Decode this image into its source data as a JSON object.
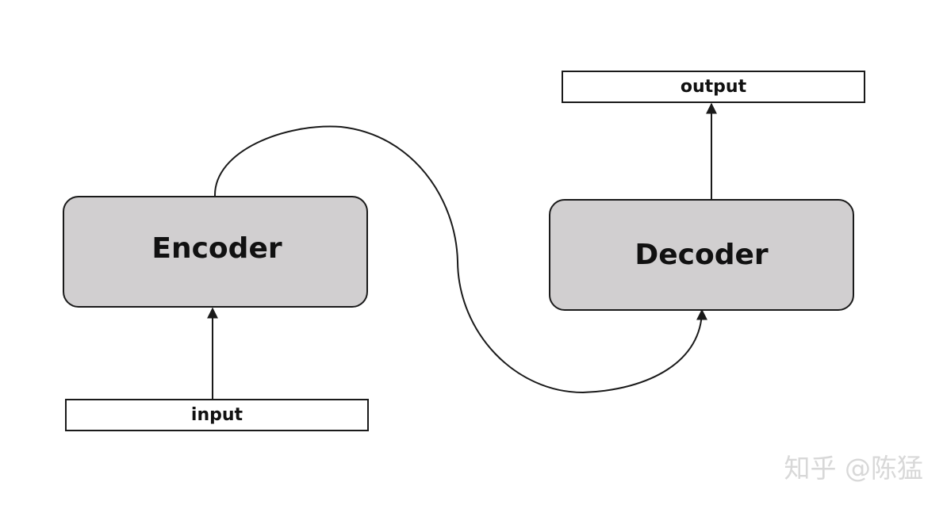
{
  "diagram": {
    "encoder_label": "Encoder",
    "decoder_label": "Decoder",
    "input_label": "input",
    "output_label": "output"
  },
  "watermark": "知乎 @陈猛",
  "colors": {
    "block_fill": "#d1cfd0",
    "stroke": "#1a1a1a",
    "background": "#ffffff",
    "watermark": "#d6d6d6"
  }
}
